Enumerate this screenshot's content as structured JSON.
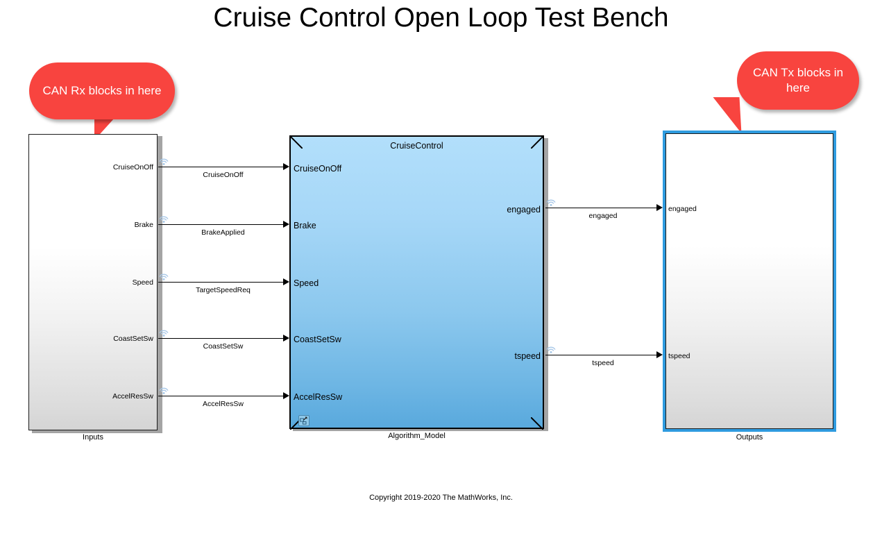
{
  "page": {
    "title": "Cruise Control Open Loop Test Bench",
    "copyright": "Copyright 2019-2020 The MathWorks, Inc.",
    "background_color": "#ffffff"
  },
  "callouts": [
    {
      "id": "can-rx",
      "text": "CAN Rx blocks in here",
      "color": "#f8443f",
      "text_color": "#ffffff",
      "tail_direction": "down-right"
    },
    {
      "id": "can-tx",
      "text": "CAN Tx blocks in here",
      "color": "#f8443f",
      "text_color": "#ffffff",
      "tail_direction": "down-left"
    }
  ],
  "blocks": [
    {
      "id": "inputs",
      "label": "Inputs",
      "kind": "subsystem",
      "selected": false,
      "border_color": "#1a1a1a",
      "fill_top": "#ffffff",
      "fill_bottom": "#d4d4d4",
      "output_ports": [
        "CruiseOnOff",
        "Brake",
        "Speed",
        "CoastSetSw",
        "AccelResSw"
      ]
    },
    {
      "id": "algorithm-model",
      "label": "Algorithm_Model",
      "title": "CruiseControl",
      "kind": "model-reference",
      "selected": false,
      "border_color": "#000000",
      "fill_top": "#b2dffb",
      "fill_bottom": "#59a9dd",
      "badge_icon": "model-reference-icon",
      "input_ports": [
        "CruiseOnOff",
        "Brake",
        "Speed",
        "CoastSetSw",
        "AccelResSw"
      ],
      "output_ports": [
        "engaged",
        "tspeed"
      ]
    },
    {
      "id": "outputs",
      "label": "Outputs",
      "kind": "subsystem",
      "selected": true,
      "selection_color": "#2f9bdf",
      "border_color": "#1a1a1a",
      "fill_top": "#ffffff",
      "fill_bottom": "#d4d4d4",
      "input_ports": [
        "engaged",
        "tspeed"
      ]
    }
  ],
  "signals": [
    {
      "id": "sig-cruiseonoff",
      "label": "CruiseOnOff",
      "from": "Inputs.CruiseOnOff",
      "to": "CruiseControl.CruiseOnOff"
    },
    {
      "id": "sig-brakeapplied",
      "label": "BrakeApplied",
      "from": "Inputs.Brake",
      "to": "CruiseControl.Brake"
    },
    {
      "id": "sig-targetspeed",
      "label": "TargetSpeedReq",
      "from": "Inputs.Speed",
      "to": "CruiseControl.Speed"
    },
    {
      "id": "sig-coastsetsw",
      "label": "CoastSetSw",
      "from": "Inputs.CoastSetSw",
      "to": "CruiseControl.CoastSetSw"
    },
    {
      "id": "sig-accelressw",
      "label": "AccelResSw",
      "from": "Inputs.AccelResSw",
      "to": "CruiseControl.AccelResSw"
    },
    {
      "id": "sig-engaged",
      "label": "engaged",
      "from": "CruiseControl.engaged",
      "to": "Outputs.engaged"
    },
    {
      "id": "sig-tspeed",
      "label": "tspeed",
      "from": "CruiseControl.tspeed",
      "to": "Outputs.tspeed"
    }
  ],
  "icons": {
    "signal_broadcast": "wireless-signal-icon",
    "model_reference": "model-reference-icon",
    "signal_color": "#a8c8e8"
  }
}
